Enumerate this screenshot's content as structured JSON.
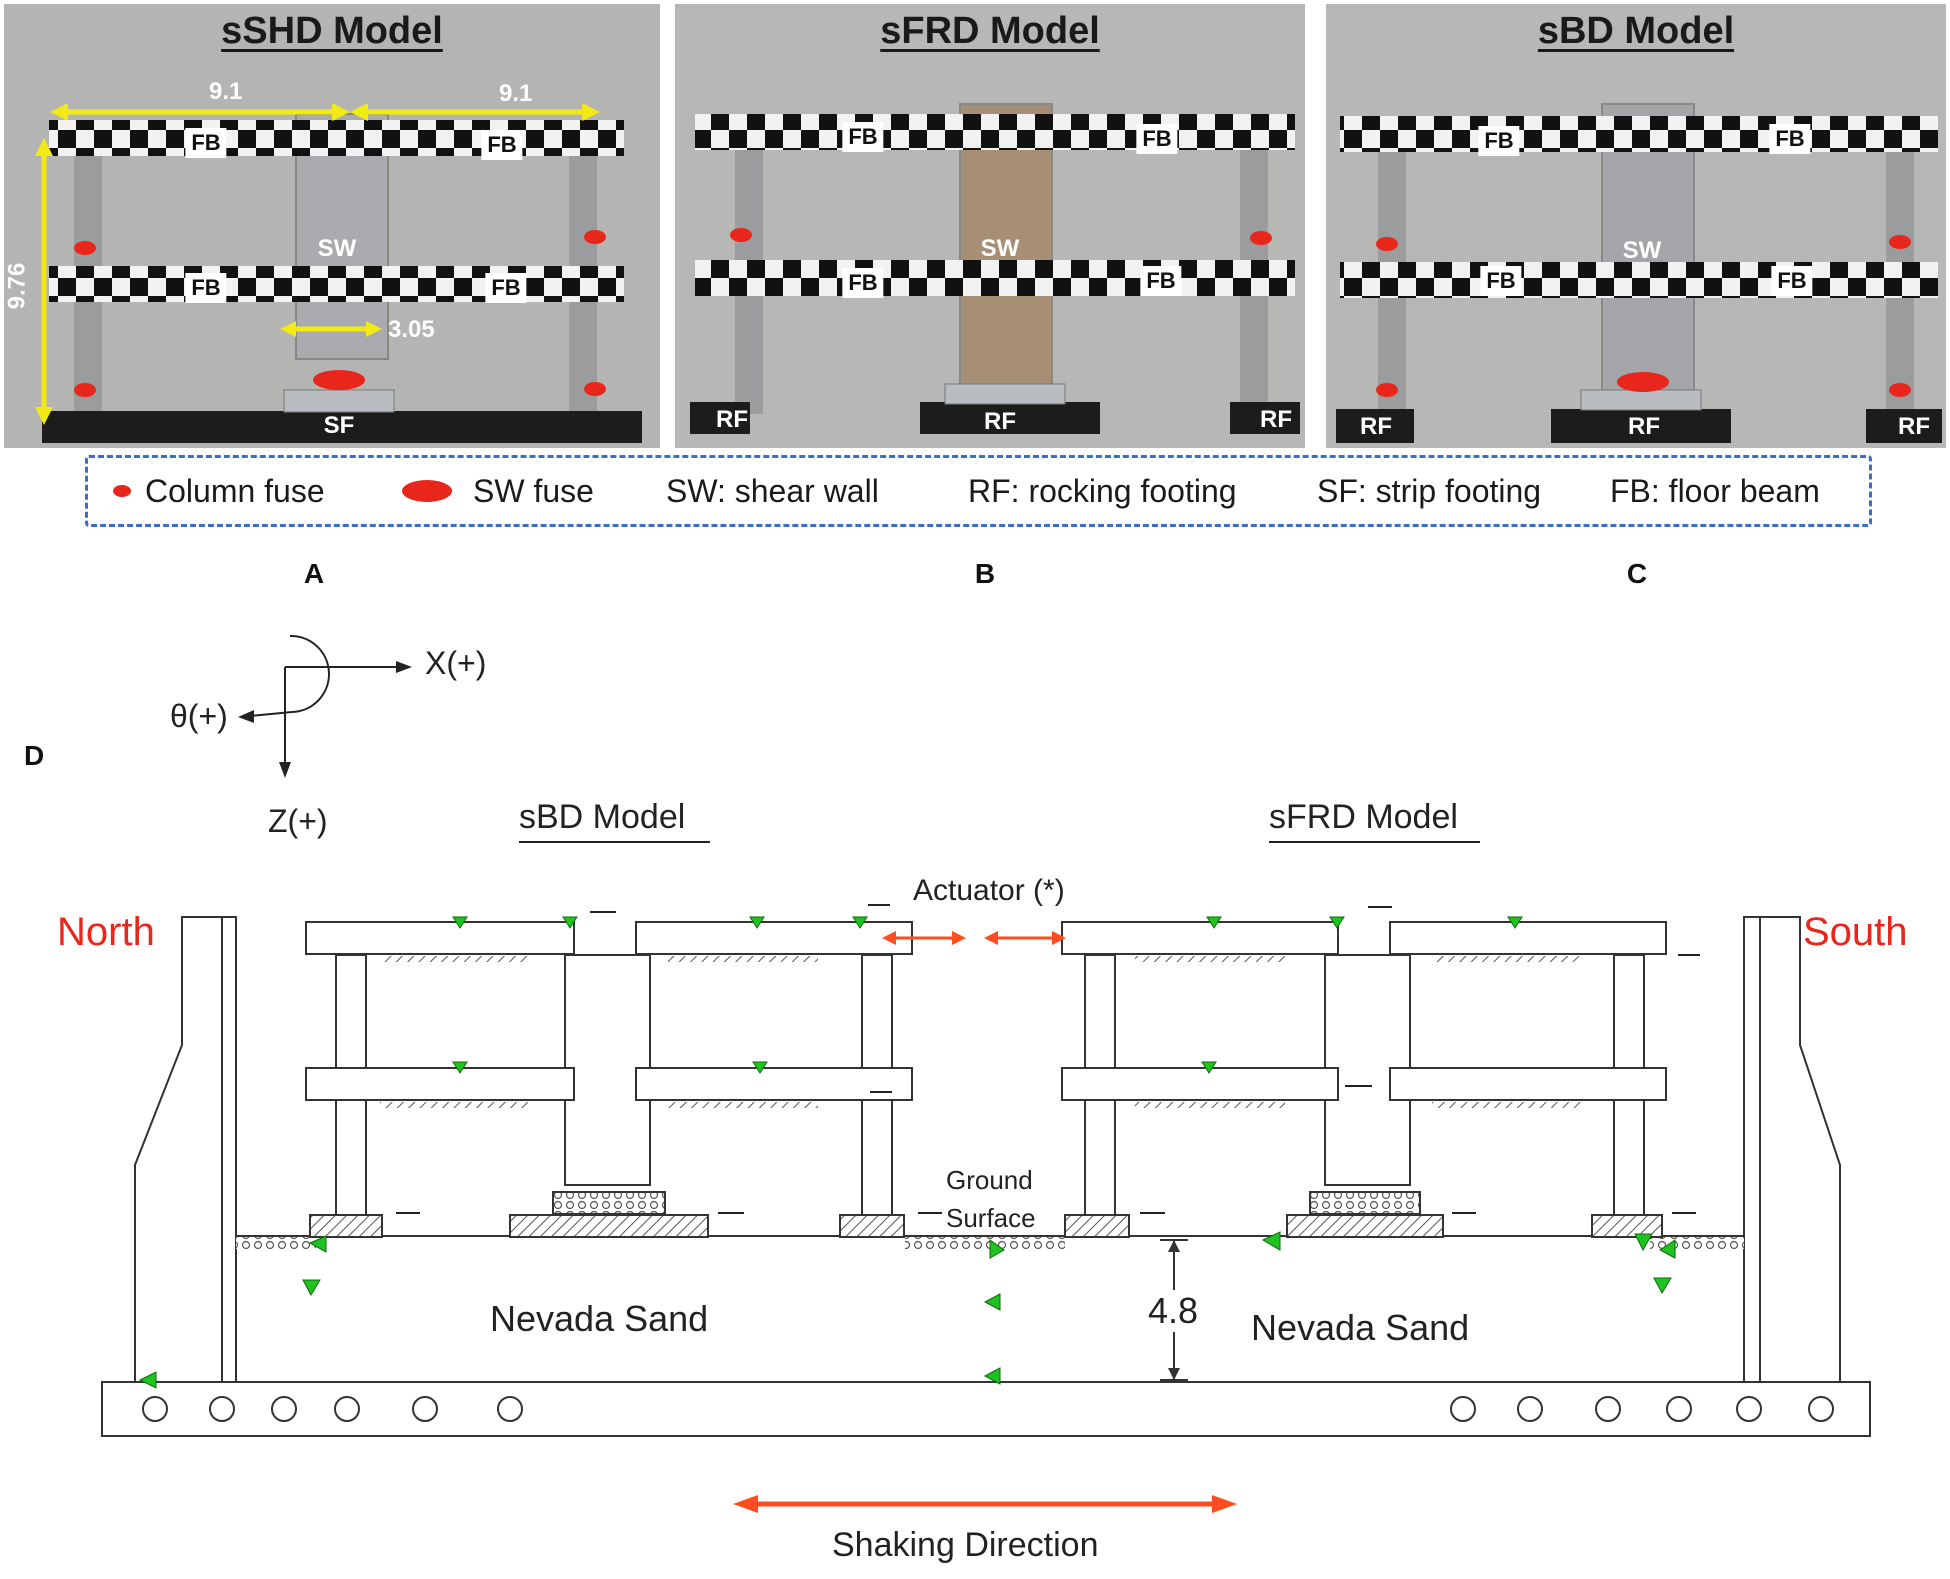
{
  "photos": [
    {
      "title": "sSHD Model",
      "beams": [
        "FB",
        "FB",
        "FB",
        "FB"
      ],
      "wall": "SW",
      "footing": "SF",
      "dims": {
        "span_left": "9.1",
        "span_right": "9.1",
        "height": "9.76",
        "wall_width": "3.05"
      }
    },
    {
      "title": "sFRD Model",
      "beams": [
        "FB",
        "FB",
        "FB",
        "FB"
      ],
      "wall": "SW",
      "footings": [
        "RF",
        "RF",
        "RF"
      ]
    },
    {
      "title": "sBD Model",
      "beams": [
        "FB",
        "FB",
        "FB",
        "FB"
      ],
      "wall": "SW",
      "footings": [
        "RF",
        "RF",
        "RF"
      ]
    }
  ],
  "legend": {
    "column_fuse": "Column fuse",
    "sw_fuse": "SW fuse",
    "sw": "SW: shear wall",
    "rf": "RF: rocking footing",
    "sf": "SF: strip footing",
    "fb": "FB: floor beam"
  },
  "panels": {
    "a": "A",
    "b": "B",
    "c": "C",
    "d": "D"
  },
  "axes": {
    "x": "X(+)",
    "theta": "θ(+)",
    "z": "Z(+)"
  },
  "diagram": {
    "model_left": "sBD Model",
    "model_right": "sFRD Model",
    "actuator": "Actuator (*)",
    "north": "North",
    "south": "South",
    "ground_line1": "Ground",
    "ground_line2": "Surface",
    "sand_left": "Nevada Sand",
    "sand_right": "Nevada Sand",
    "depth": "4.8",
    "shaking": "Shaking Direction"
  },
  "colors": {
    "fuse": "#e8261b",
    "dimension": "#f2ea14",
    "sensor": "#1fc21f",
    "actuator": "#ff4d1f",
    "legend_border": "#3a6fc4"
  }
}
